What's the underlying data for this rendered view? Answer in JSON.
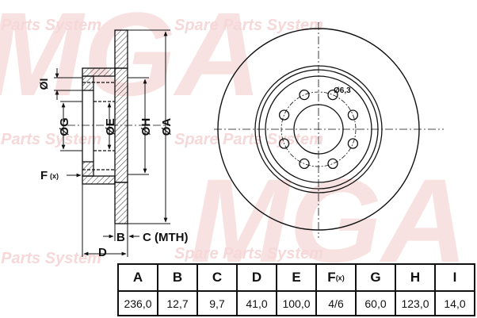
{
  "watermark": {
    "logo_text": "MGA",
    "tagline": "Spare Parts System"
  },
  "labels": {
    "dim_A": "ØA",
    "dim_H": "ØH",
    "dim_E": "ØE",
    "dim_G": "ØG",
    "dim_I": "ØI",
    "dim_F": "F",
    "dim_F_sub": "(x)",
    "dim_B": "B",
    "dim_C": "C (MTH)",
    "dim_D": "D",
    "hole_dia": "Ø6,3"
  },
  "colors": {
    "line": "#111111",
    "hatch": "#333333",
    "watermark": "#f6d8d8"
  },
  "table": {
    "headers": [
      "A",
      "B",
      "C",
      "D",
      "E",
      "F",
      "G",
      "H",
      "I"
    ],
    "header_F_sub": "(x)",
    "values": [
      "236,0",
      "12,7",
      "9,7",
      "41,0",
      "100,0",
      "4/6",
      "60,0",
      "123,0",
      "14,0"
    ]
  }
}
